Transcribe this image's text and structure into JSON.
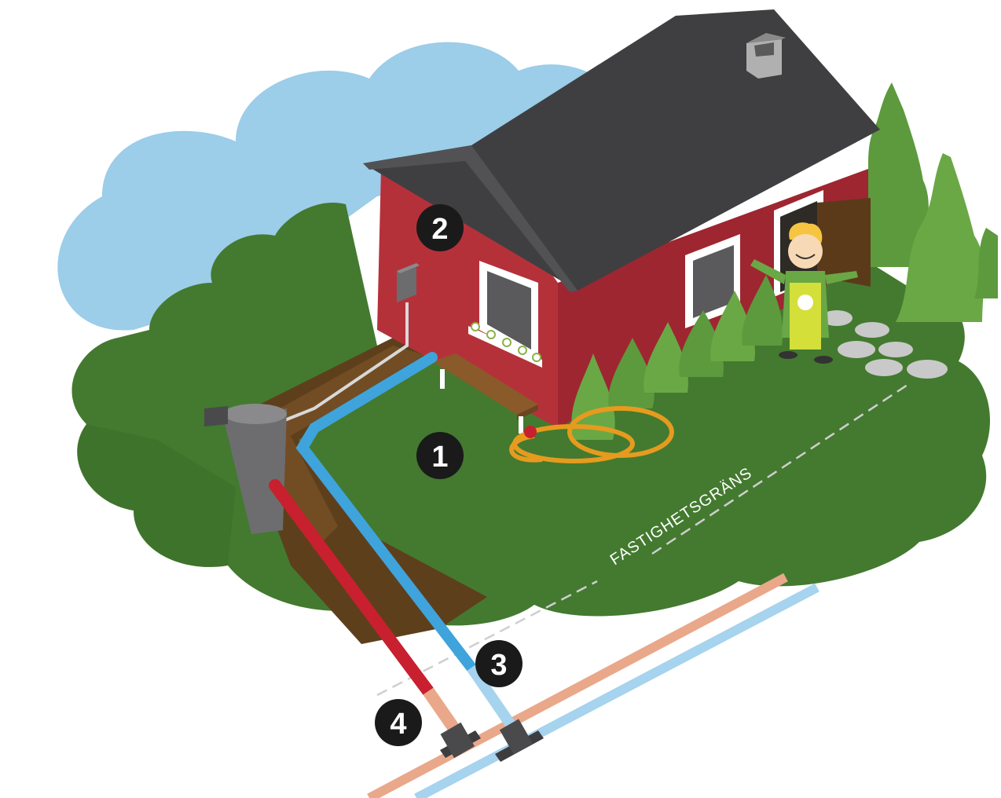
{
  "diagram": {
    "markers": [
      {
        "id": "1",
        "label": "1"
      },
      {
        "id": "2",
        "label": "2"
      },
      {
        "id": "3",
        "label": "3"
      },
      {
        "id": "4",
        "label": "4"
      }
    ],
    "boundary_label": "FASTIGHETSGRÄNS"
  },
  "colors": {
    "sky": "#9ccde9",
    "grass": "#437a2f",
    "house_wall": "#b5313a",
    "roof": "#3f3f41",
    "water_pipe": "#3fa3dc",
    "sewer_pipe": "#c8202f",
    "trench": "#5e3f1c",
    "marker_bg": "#1a1a1a"
  }
}
